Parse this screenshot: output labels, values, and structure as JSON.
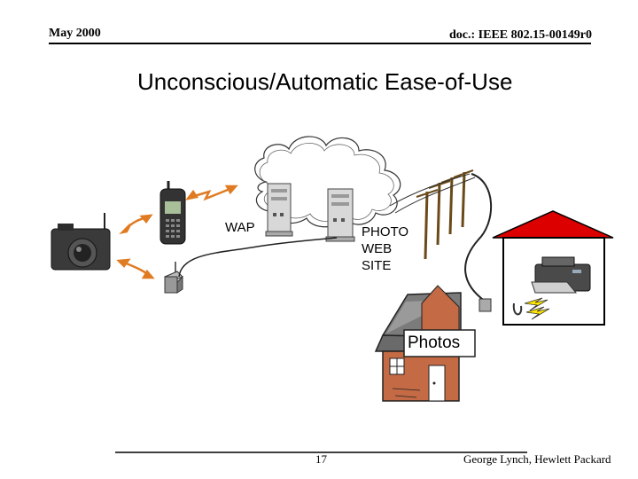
{
  "header": {
    "date": "May 2000",
    "doc_id": "doc.: IEEE 802.15-00149r0"
  },
  "slide": {
    "title": "Unconscious/Automatic Ease-of-Use"
  },
  "diagram": {
    "wap_label": "WAP",
    "photo_site_lines": [
      "PHOTO",
      "WEB",
      "SITE"
    ],
    "photos_sign": "Photos"
  },
  "footer": {
    "page_number": "17",
    "author": "George Lynch, Hewlett Packard"
  }
}
